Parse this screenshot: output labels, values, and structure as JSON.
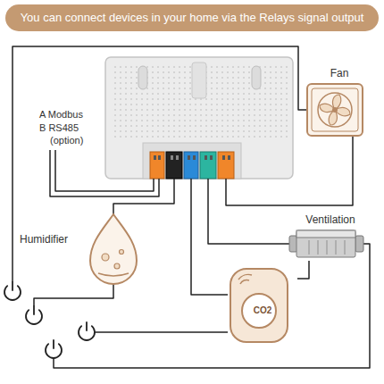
{
  "diagram": {
    "title": "You can connect devices in your home via the Relays signal output",
    "nodes": [
      {
        "text": [
          "Fan"
        ]
      },
      {
        "text": [
          "Ventilation"
        ]
      },
      {
        "text": [
          "Humidifier"
        ]
      },
      {
        "text": [
          "CO2"
        ]
      }
    ],
    "edges": [
      {
        "from": 3,
        "to": 1,
        "arrow": "none"
      }
    ],
    "labels": [
      "A Modbus",
      "B RS485",
      "(option)"
    ]
  }
}
